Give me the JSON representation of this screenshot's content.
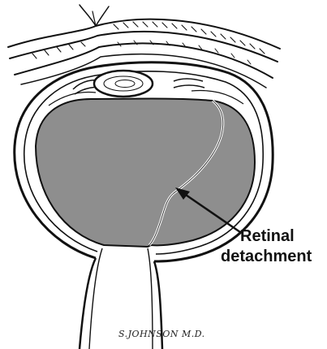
{
  "diagram": {
    "label": {
      "line1": "Retinal",
      "line2": "detachment"
    },
    "signature": "S.JOHNSON M.D.",
    "colors": {
      "vitreous": "#8e8e8e",
      "ink": "#111111",
      "paper": "#ffffff"
    }
  }
}
